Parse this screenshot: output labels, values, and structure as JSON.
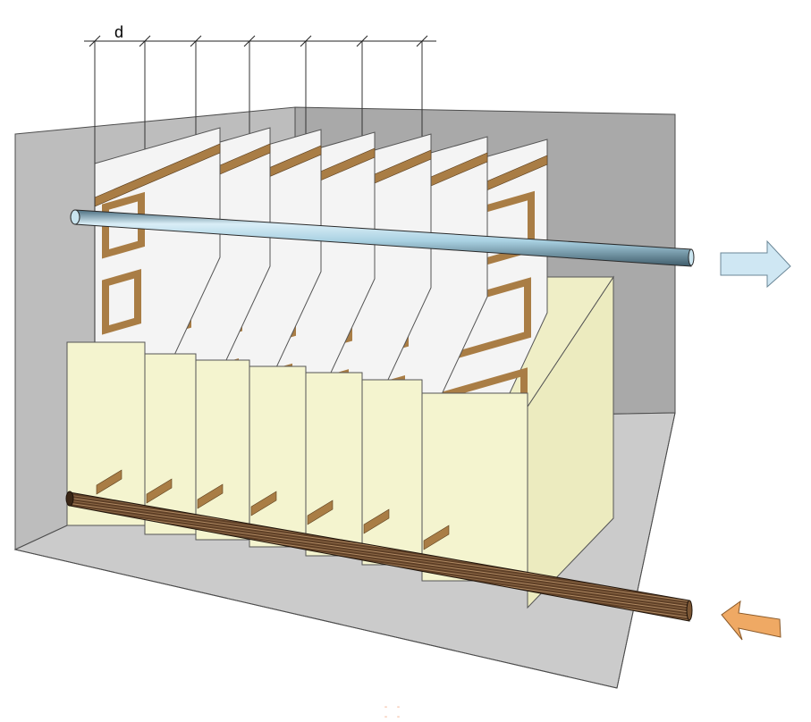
{
  "diagram": {
    "spacing_label": "d",
    "plate_count": 7,
    "footer_mark": "- - - -",
    "colors": {
      "box_back": "#a9a9a9",
      "box_side": "#bdbdbd",
      "box_floor": "#cfcfcf",
      "plate_face": "#f4f4f4",
      "trace": "#a97d45",
      "block_front": "#f4f4cf",
      "block_side": "#ecebbf",
      "upper_pipe": "#b9dbe9",
      "lower_pipe": "#6b4a2e",
      "outlet_arrow": "#cfe7f3",
      "inlet_arrow": "#efa964"
    },
    "arrows": {
      "outlet": "outlet-arrow",
      "inlet": "inlet-arrow"
    }
  }
}
